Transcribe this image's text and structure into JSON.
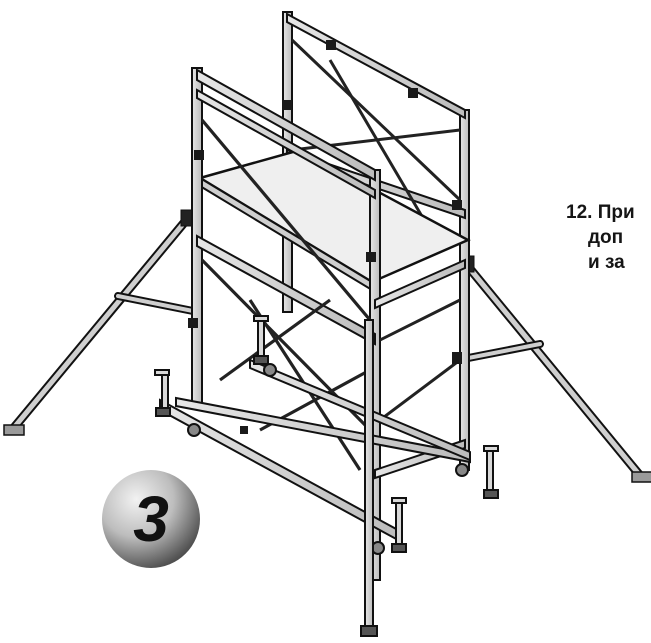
{
  "instruction": {
    "line1": "12. При",
    "line2": "доп",
    "line3": "и за"
  },
  "step": {
    "number": "3"
  }
}
